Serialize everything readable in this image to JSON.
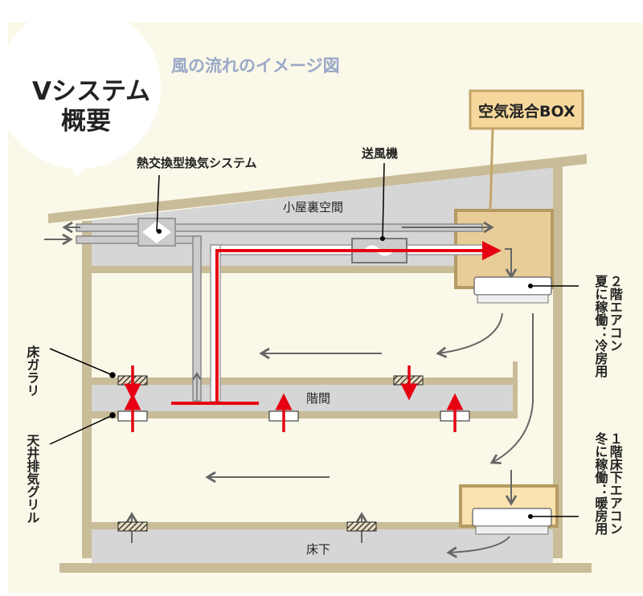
{
  "bubble": {
    "title_line1": "Vシステム",
    "title_line2": "概要"
  },
  "subtitle": "風の流れのイメージ図",
  "labels": {
    "mixing_box": "空気混合BOX",
    "heat_exchange": "熱交換型換気システム",
    "blower": "送風機",
    "attic": "小屋裏空間",
    "between_floors": "階間",
    "underfloor": "床下",
    "floor_gallery": "床ガラリ",
    "ceiling_grille": "天井排気グリル",
    "ac2_line1": "２階エアコン",
    "ac2_line2": "夏に稼働：冷房用",
    "ac1_line1": "１階床下エアコン",
    "ac1_line2": "冬に稼働：暖房用"
  },
  "colors": {
    "wall": "#c9bc98",
    "gray": "#d6d6d6",
    "red": "#e60012",
    "cream": "#faf8e8",
    "box": "#e9cd98",
    "subtitle": "#9aa8c8"
  }
}
